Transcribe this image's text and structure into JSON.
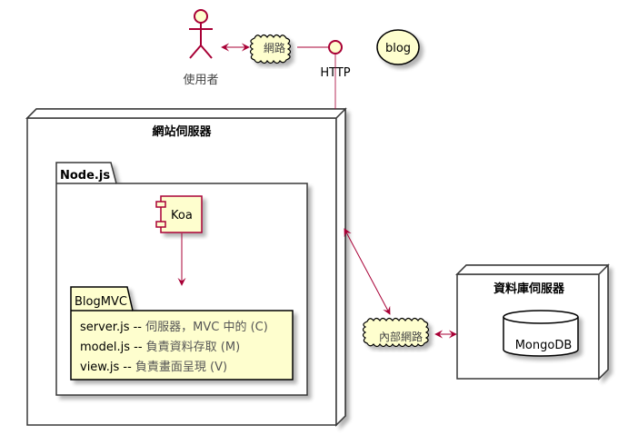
{
  "diagram": {
    "type": "deployment",
    "actor": {
      "label": "使用者"
    },
    "network_cloud": {
      "label": "網路"
    },
    "interface": {
      "label": "HTTP"
    },
    "usecase": {
      "label": "blog"
    },
    "web_server": {
      "label": "網站伺服器",
      "package": {
        "label": "Node.js",
        "component": {
          "label": "Koa"
        },
        "blogmvc": {
          "label": "BlogMVC",
          "lines": [
            {
              "file": "server.js",
              "sep": " -- ",
              "desc": "伺服器，MVC 中的 (C)"
            },
            {
              "file": "model.js",
              "sep": " -- ",
              "desc": "負責資料存取 (M)"
            },
            {
              "file": "view.js",
              "sep": " -- ",
              "desc": "負責畫面呈現 (V)"
            }
          ]
        }
      }
    },
    "internal_cloud": {
      "label": "內部網路"
    },
    "db_server": {
      "label": "資料庫伺服器",
      "database": {
        "label": "MongoDB"
      }
    },
    "colors": {
      "line": "#A80036",
      "fill": "#FEFECE",
      "border": "#383838",
      "shadow": "#c8c8c8"
    }
  }
}
